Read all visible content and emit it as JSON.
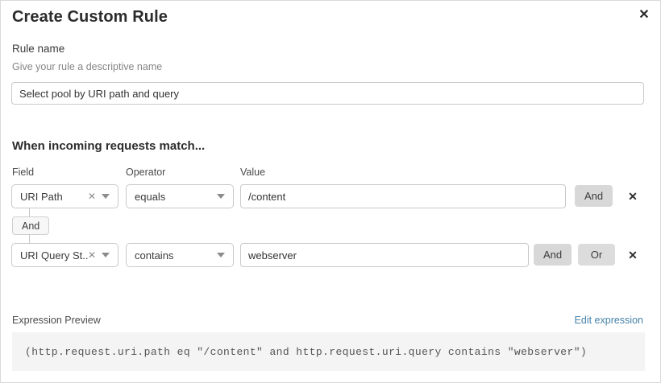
{
  "dialog": {
    "title": "Create Custom Rule",
    "close_icon": "close-icon"
  },
  "rule_name": {
    "label": "Rule name",
    "hint": "Give your rule a descriptive name",
    "value": "Select pool by URI path and query",
    "placeholder": ""
  },
  "conditions_section": {
    "heading": "When incoming requests match...",
    "columns": {
      "field": "Field",
      "operator": "Operator",
      "value": "Value"
    },
    "connector": {
      "label": "And"
    },
    "rows": [
      {
        "field": "URI Path",
        "field_clear_icon": "clear-icon",
        "field_caret_icon": "chevron-down-icon",
        "operator": "equals",
        "operator_caret_icon": "chevron-down-icon",
        "value": "/content",
        "buttons": [
          "And"
        ],
        "delete_icon": "close-icon"
      },
      {
        "field": "URI Query St...",
        "field_clear_icon": "clear-icon",
        "field_caret_icon": "chevron-down-icon",
        "operator": "contains",
        "operator_caret_icon": "chevron-down-icon",
        "value": "webserver",
        "buttons": [
          "And",
          "Or"
        ],
        "delete_icon": "close-icon"
      }
    ]
  },
  "expression_preview": {
    "label": "Expression Preview",
    "edit_link": "Edit expression",
    "expression": "(http.request.uri.path eq \"/content\" and http.request.uri.query contains \"webserver\")"
  },
  "colors": {
    "link": "#4682a9",
    "button_gray": "#d8d8d8",
    "border": "#c9c9c9",
    "preview_bg": "#f4f4f4"
  }
}
